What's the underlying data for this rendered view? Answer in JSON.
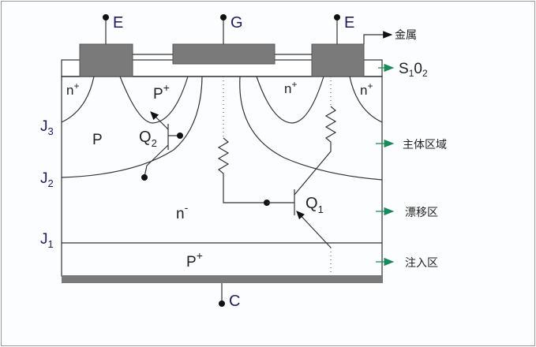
{
  "diagram": {
    "title": "IGBT structure cross-section",
    "terminals": {
      "emitter_left": "E",
      "gate": "G",
      "emitter_right": "E",
      "collector": "C"
    },
    "regions": {
      "n_plus_left": "n",
      "n_plus_left_sup": "+",
      "p_plus_top": "P",
      "p_plus_top_sup": "+",
      "p_body": "P",
      "n_plus_mid": "n",
      "n_plus_mid_sup": "+",
      "n_plus_right": "n",
      "n_plus_right_sup": "+",
      "n_minus": "n",
      "n_minus_sup": "-",
      "p_plus_bottom": "P",
      "p_plus_bottom_sup": "+"
    },
    "junctions": [
      {
        "label": "J",
        "sub": "3"
      },
      {
        "label": "J",
        "sub": "2"
      },
      {
        "label": "J",
        "sub": "1"
      }
    ],
    "transistors": [
      {
        "label": "Q",
        "sub": "2"
      },
      {
        "label": "Q",
        "sub": "1"
      }
    ],
    "annotations": {
      "metal": "金属",
      "oxide_main": "S",
      "oxide_sub1": "1",
      "oxide_mid": "0",
      "oxide_sub2": "2",
      "body_region": "主体区域",
      "drift_region": "漂移区",
      "injection_region": "注入区"
    },
    "colors": {
      "metal": "#7a7a7a",
      "annotation_arrow": "#1a8a5a",
      "terminal_text": "#1d1d5a",
      "frame_border": "#9a9a9a"
    }
  }
}
